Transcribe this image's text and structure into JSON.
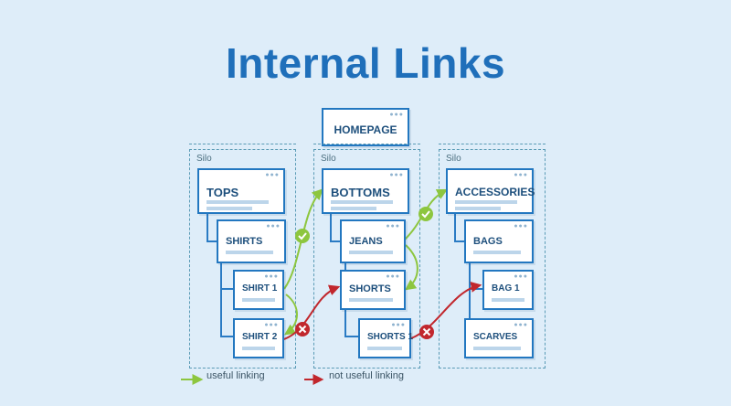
{
  "title": "Internal Links",
  "homepage": "HOMEPAGE",
  "silos": [
    {
      "label": "Silo",
      "category": "TOPS",
      "subpage": "SHIRTS",
      "items": [
        "SHIRT 1",
        "SHIRT 2"
      ]
    },
    {
      "label": "Silo",
      "category": "BOTTOMS",
      "subpage": "JEANS",
      "items": [
        "SHORTS",
        "SHORTS 1"
      ]
    },
    {
      "label": "Silo",
      "category": "ACCESSORIES",
      "subpage": "BAGS",
      "items": [
        "BAG 1",
        "SCARVES"
      ]
    }
  ],
  "links": [
    {
      "from": "SHIRT 1",
      "to": "BOTTOMS",
      "useful": true
    },
    {
      "from": "SHIRT 1",
      "to": "SHIRT 2",
      "useful": true
    },
    {
      "from": "SHIRT 2",
      "to": "SHORTS",
      "useful": false
    },
    {
      "from": "JEANS",
      "to": "ACCESSORIES",
      "useful": true
    },
    {
      "from": "JEANS",
      "to": "SHORTS",
      "useful": true
    },
    {
      "from": "SHORTS 1",
      "to": "BAG 1",
      "useful": false
    }
  ],
  "legend": {
    "useful": "useful linking",
    "not_useful": "not useful linking"
  },
  "colors": {
    "background": "#deedf9",
    "title": "#1f6fba",
    "page_border": "#2277c0",
    "page_text": "#1d4f7c",
    "useful_link": "#8dc63f",
    "not_useful_link": "#c1272d"
  },
  "icons": {
    "useful": "checkmark-icon",
    "not_useful": "x-mark-icon"
  }
}
